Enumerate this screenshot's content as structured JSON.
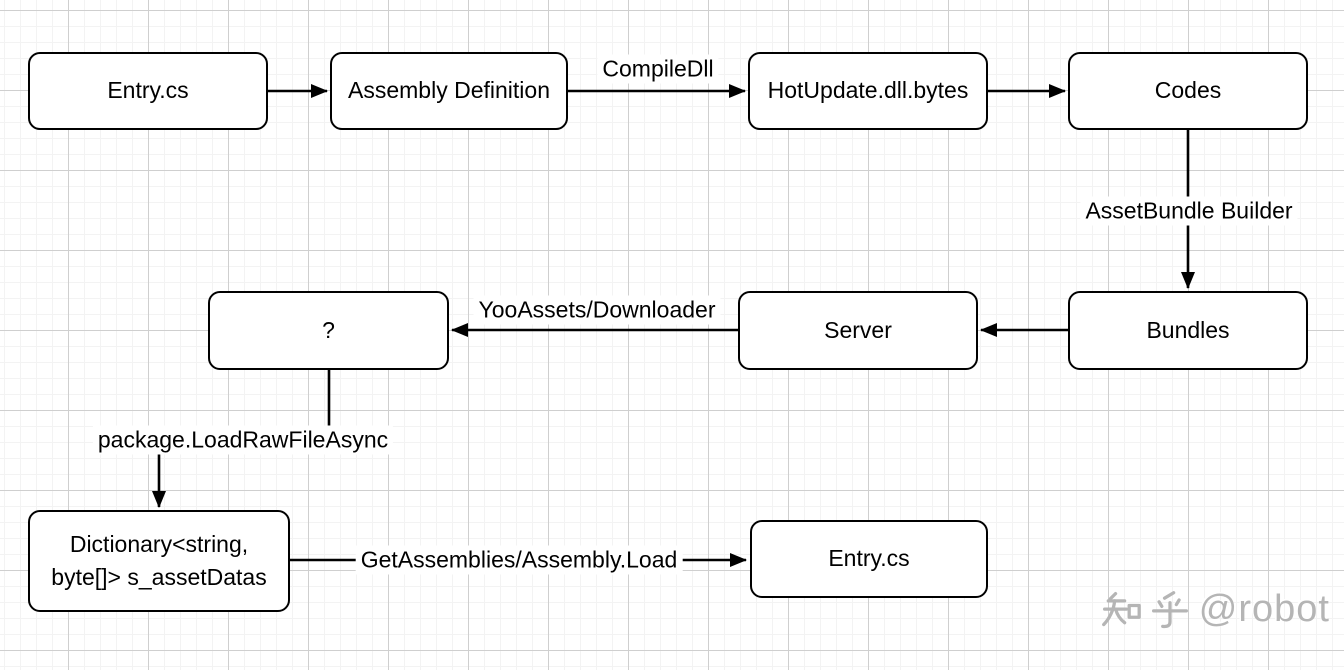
{
  "diagram": {
    "nodes": [
      {
        "id": "entry-top",
        "label": "Entry.cs"
      },
      {
        "id": "assembly-definition",
        "label": "Assembly Definition"
      },
      {
        "id": "hotupdate-dll-bytes",
        "label": "HotUpdate.dll.bytes"
      },
      {
        "id": "codes",
        "label": "Codes"
      },
      {
        "id": "question-mark",
        "label": "?"
      },
      {
        "id": "server",
        "label": "Server"
      },
      {
        "id": "bundles",
        "label": "Bundles"
      },
      {
        "id": "dictionary",
        "label": "Dictionary<string, byte[]> s_assetDatas",
        "lines": [
          "Dictionary<string,",
          "byte[]> s_assetDatas"
        ]
      },
      {
        "id": "entry-bottom",
        "label": "Entry.cs"
      }
    ],
    "edges": [
      {
        "from": "entry-top",
        "to": "assembly-definition",
        "label": ""
      },
      {
        "from": "assembly-definition",
        "to": "hotupdate-dll-bytes",
        "label": "CompileDll"
      },
      {
        "from": "hotupdate-dll-bytes",
        "to": "codes",
        "label": ""
      },
      {
        "from": "codes",
        "to": "bundles",
        "label": "AssetBundle Builder"
      },
      {
        "from": "bundles",
        "to": "server",
        "label": ""
      },
      {
        "from": "server",
        "to": "question-mark",
        "label": "YooAssets/Downloader"
      },
      {
        "from": "question-mark",
        "to": "dictionary",
        "label": "package.LoadRawFileAsync"
      },
      {
        "from": "dictionary",
        "to": "entry-bottom",
        "label": "GetAssemblies/Assembly.Load"
      }
    ]
  },
  "watermark": {
    "text": "知乎 @robot",
    "site_name": "知乎",
    "handle": "@robot",
    "color": "#b5b5b5"
  },
  "colors": {
    "node_border": "#000000",
    "node_fill": "#ffffff",
    "text": "#000000",
    "grid_minor": "#f3f3f3",
    "grid_major": "#cfcfcf"
  }
}
